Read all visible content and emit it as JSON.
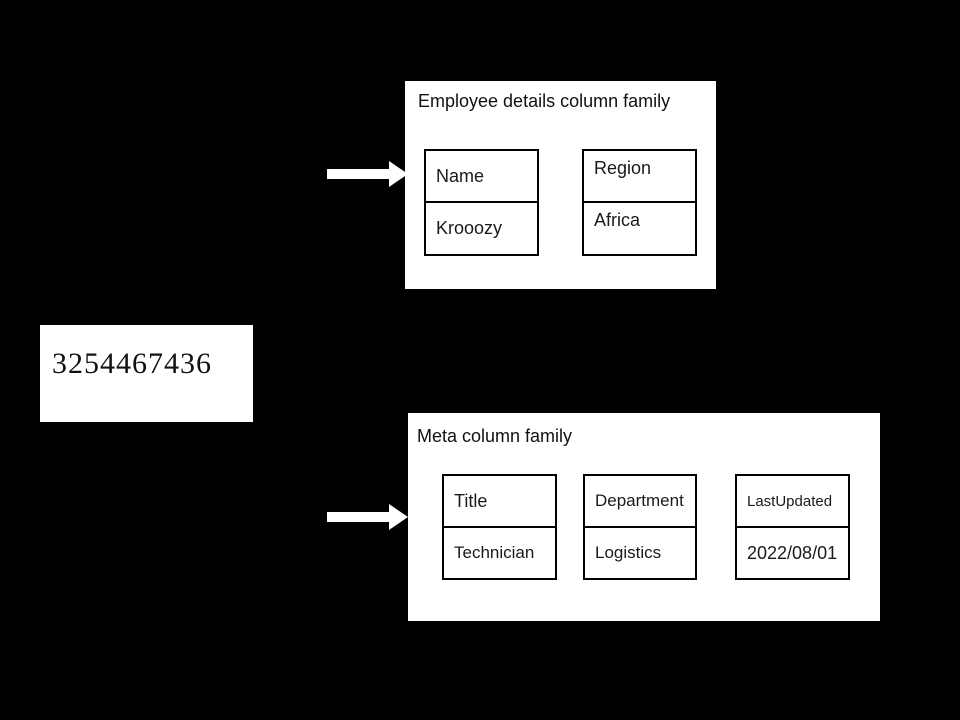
{
  "scene": {
    "row_key": "3254467436",
    "panels": [
      {
        "title": "Employee details column family",
        "cells": [
          {
            "label": "Name",
            "value": "Krooozy"
          },
          {
            "label": "Region",
            "value": "Africa"
          }
        ]
      },
      {
        "title": "Meta column family",
        "cells": [
          {
            "label": "Title",
            "value": "Technician"
          },
          {
            "label": "Department",
            "value": "Logistics"
          },
          {
            "label": "LastUpdated",
            "value": "2022/08/01"
          }
        ]
      }
    ],
    "colors": {
      "background": "#000000",
      "panel_bg": "#ffffff",
      "text": "#111111",
      "border": "#000000",
      "arrow": "#ffffff"
    }
  }
}
